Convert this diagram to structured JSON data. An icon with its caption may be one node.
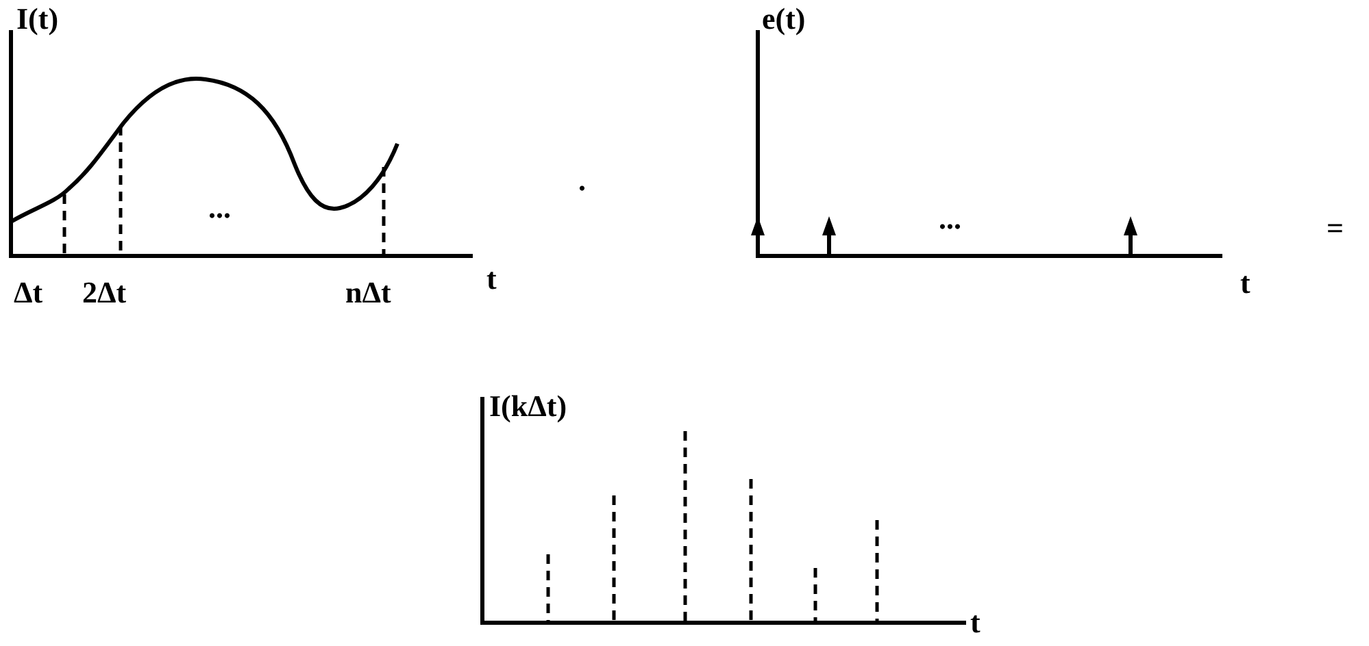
{
  "diagram": {
    "labels": [
      "I(t)",
      "e(t)",
      "...",
      ".",
      "...",
      "=",
      "Δt",
      "2Δt",
      "nΔt",
      "t",
      "t",
      "I(kΔt)",
      "t"
    ]
  }
}
